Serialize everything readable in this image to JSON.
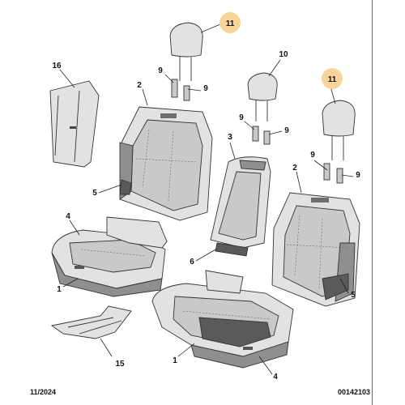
{
  "callouts": {
    "c11a": "11",
    "c16": "16",
    "c9a": "9",
    "c2a": "2",
    "c9b": "9",
    "c10": "10",
    "c11b": "11",
    "c9c": "9",
    "c9d": "9",
    "c3": "3",
    "c5a": "5",
    "c9e": "9",
    "c2b": "2",
    "c9f": "9",
    "c4a": "4",
    "c6": "6",
    "c1a": "1",
    "c5b": "5",
    "c15": "15",
    "c1b": "1",
    "c4b": "4"
  },
  "footer": {
    "date": "11/2024",
    "reference": "00142103"
  },
  "colors": {
    "highlight": "#f6d49a"
  }
}
